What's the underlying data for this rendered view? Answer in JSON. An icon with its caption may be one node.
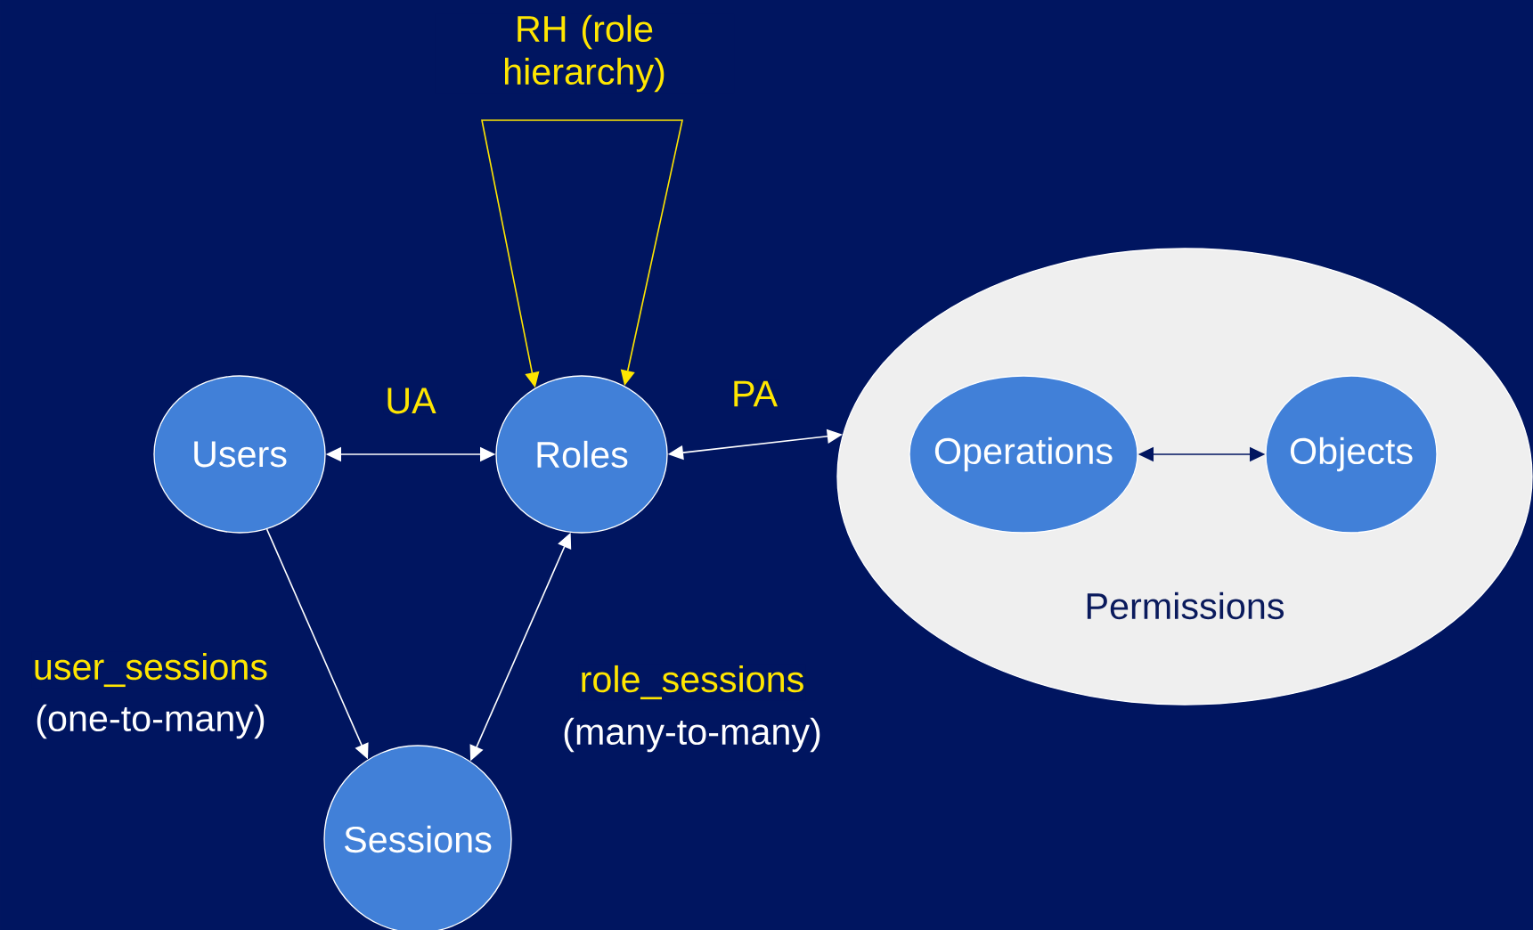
{
  "diagram": {
    "nodes": [
      {
        "text": [
          "Users"
        ]
      },
      {
        "text": [
          "Roles"
        ]
      },
      {
        "text": [
          "Permissions"
        ]
      },
      {
        "text": [
          "Operations"
        ],
        "in": 2
      },
      {
        "text": [
          "Objects"
        ],
        "in": 2
      },
      {
        "text": [
          "Sessions"
        ]
      }
    ],
    "edges": [
      {
        "from": 0,
        "to": 1,
        "arrow": "both",
        "label": "UA"
      },
      {
        "from": 1,
        "to": 2,
        "arrow": "both",
        "label": "PA"
      },
      {
        "from": 3,
        "to": 4,
        "arrow": "both",
        "color": "#001560"
      },
      {
        "from": 1,
        "to": 1,
        "arrow": "both",
        "label": "RH (role hierarchy)",
        "color": "#ffe600"
      },
      {
        "from": 0,
        "to": 5,
        "arrow": "to",
        "label": "user_sessions"
      },
      {
        "from": 1,
        "to": 5,
        "arrow": "both",
        "label": "role_sessions"
      }
    ],
    "labels": [
      "(one-to-many)",
      "(many-to-many)"
    ]
  }
}
